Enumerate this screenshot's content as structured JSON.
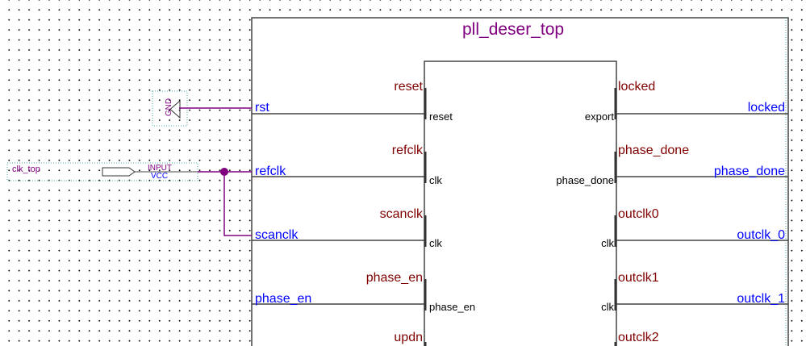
{
  "block": {
    "title": "pll_deser_top"
  },
  "left_pins": [
    {
      "pin": "reset",
      "inner": "reset",
      "port": "rst"
    },
    {
      "pin": "refclk",
      "inner": "clk",
      "port": "refclk"
    },
    {
      "pin": "scanclk",
      "inner": "clk",
      "port": "scanclk"
    },
    {
      "pin": "phase_en",
      "inner": "phase_en",
      "port": "phase_en"
    },
    {
      "pin": "updn"
    }
  ],
  "right_pins": [
    {
      "pin": "locked",
      "inner": "export",
      "port": "locked"
    },
    {
      "pin": "phase_done",
      "inner": "phase_done",
      "port": "phase_done"
    },
    {
      "pin": "outclk0",
      "inner": "clk",
      "port": "outclk_0"
    },
    {
      "pin": "outclk1",
      "inner": "clk",
      "port": "outclk_1"
    },
    {
      "pin": "outclk2"
    }
  ],
  "gnd": {
    "label": "GND"
  },
  "input_pin": {
    "name": "clk_top",
    "type": "INPUT",
    "default": "VCC"
  },
  "colors": {
    "wire": "#800080",
    "bus": "#000000",
    "pin_label": "#800000",
    "port_label": "#0000ff"
  }
}
